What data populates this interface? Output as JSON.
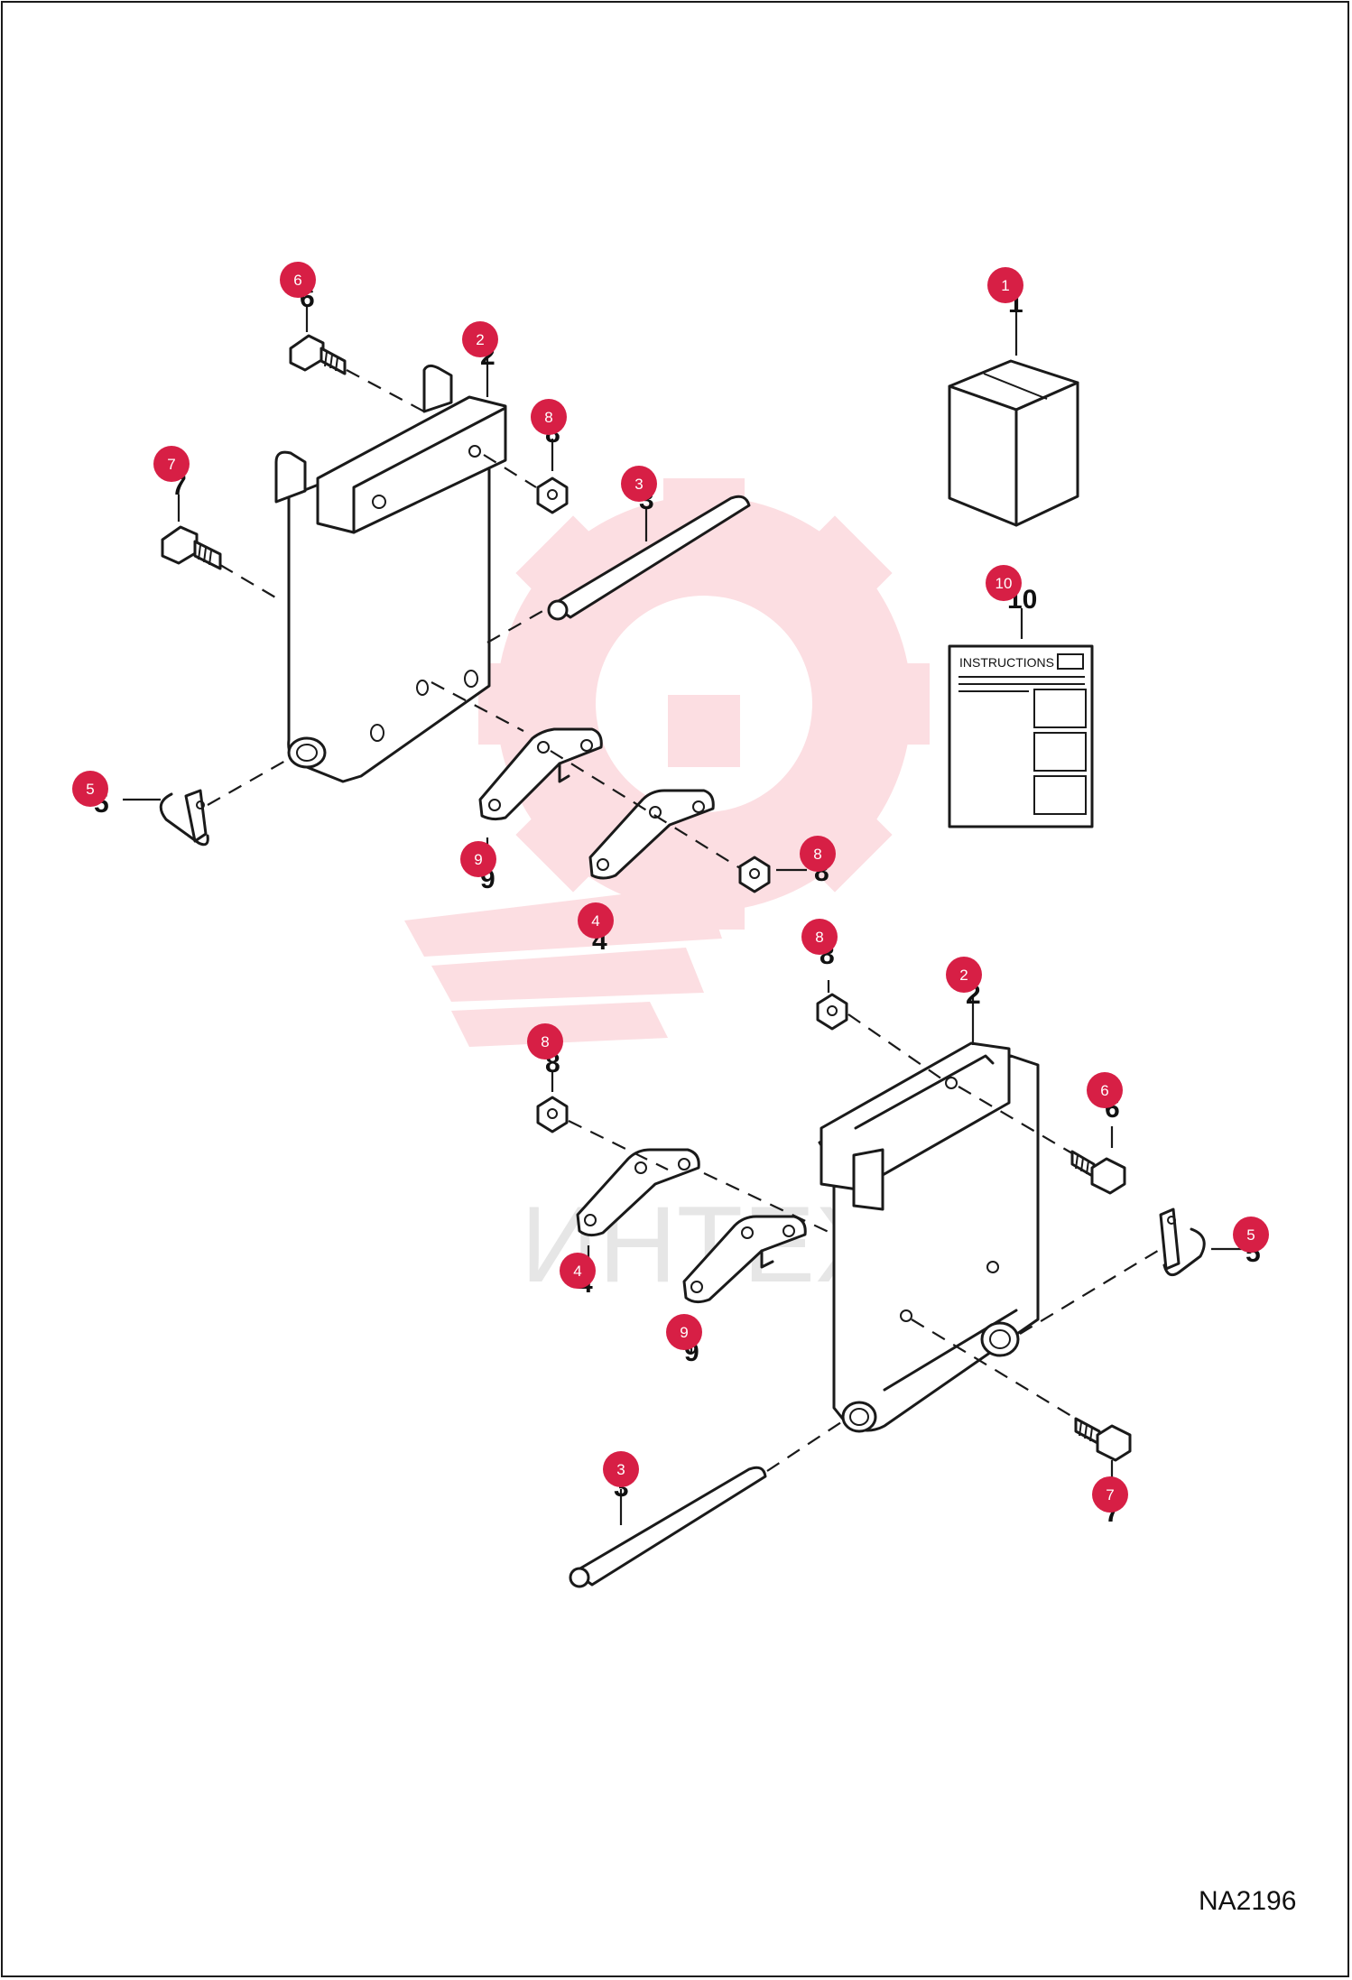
{
  "diagram": {
    "reference_code": "NA2196",
    "watermark_text": "ИНТЕХ",
    "instruction_sheet_title": "INSTRUCTIONS",
    "accent_color": "#d71f45",
    "callouts": [
      {
        "id": "1",
        "label": "1"
      },
      {
        "id": "2a",
        "label": "2"
      },
      {
        "id": "2b",
        "label": "2"
      },
      {
        "id": "3a",
        "label": "3"
      },
      {
        "id": "3b",
        "label": "3"
      },
      {
        "id": "4a",
        "label": "4"
      },
      {
        "id": "4b",
        "label": "4"
      },
      {
        "id": "5a",
        "label": "5"
      },
      {
        "id": "5b",
        "label": "5"
      },
      {
        "id": "6a",
        "label": "6"
      },
      {
        "id": "6b",
        "label": "6"
      },
      {
        "id": "7a",
        "label": "7"
      },
      {
        "id": "7b",
        "label": "7"
      },
      {
        "id": "8a",
        "label": "8"
      },
      {
        "id": "8b",
        "label": "8"
      },
      {
        "id": "8c",
        "label": "8"
      },
      {
        "id": "8d",
        "label": "8"
      },
      {
        "id": "9a",
        "label": "9"
      },
      {
        "id": "9b",
        "label": "9"
      },
      {
        "id": "10",
        "label": "10"
      }
    ]
  }
}
